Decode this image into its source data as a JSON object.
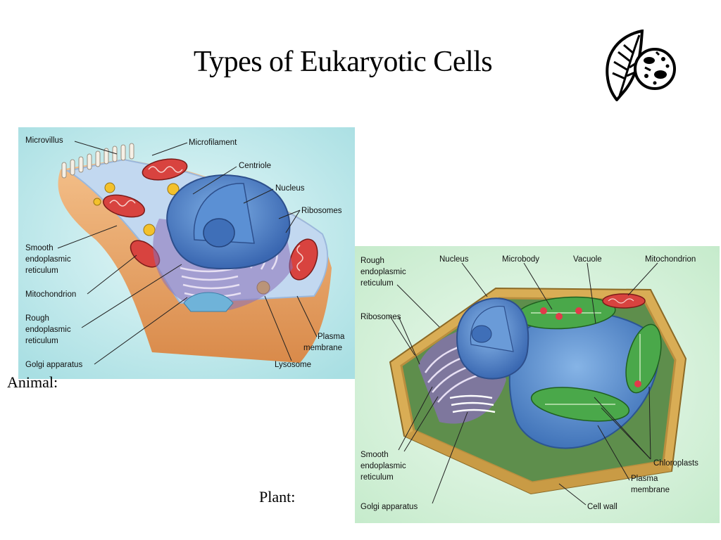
{
  "slide": {
    "title": "Types of Eukaryotic Cells",
    "logo_icon": "leaf-and-cell-icon"
  },
  "animal_cell": {
    "caption": "Animal:",
    "labels": {
      "microvillus": "Microvillus",
      "microfilament": "Microfilament",
      "centriole": "Centriole",
      "nucleus": "Nucleus",
      "ribosomes": "Ribosomes",
      "smooth_er_1": "Smooth",
      "smooth_er_2": "endoplasmic",
      "smooth_er_3": "reticulum",
      "mitochondrion": "Mitochondrion",
      "rough_er_1": "Rough",
      "rough_er_2": "endoplasmic",
      "rough_er_3": "reticulum",
      "plasma_membrane_1": "Plasma",
      "plasma_membrane_2": "membrane",
      "golgi": "Golgi apparatus",
      "lysosome": "Lysosome"
    },
    "colors": {
      "background": "#c6ecef",
      "cytoplasm": "#b8d3ef",
      "nucleus": "#4a7fc6",
      "mitochondria": "#d8433f",
      "membrane": "#e8a15f"
    }
  },
  "plant_cell": {
    "caption": "Plant:",
    "labels": {
      "rough_er_1": "Rough",
      "rough_er_2": "endoplasmic",
      "rough_er_3": "reticulum",
      "nucleus": "Nucleus",
      "microbody": "Microbody",
      "vacuole": "Vacuole",
      "mitochondrion": "Mitochondrion",
      "ribosomes": "Ribosomes",
      "smooth_er_1": "Smooth",
      "smooth_er_2": "endoplasmic",
      "smooth_er_3": "reticulum",
      "chloroplasts": "Chloroplasts",
      "plasma_membrane_1": "Plasma",
      "plasma_membrane_2": "membrane",
      "golgi": "Golgi apparatus",
      "cell_wall": "Cell wall"
    },
    "colors": {
      "background": "#d9f2dd",
      "wall": "#d9ad55",
      "vacuole": "#4f86c9",
      "chloroplast": "#4aa84a",
      "nucleus": "#5d8fcf"
    }
  }
}
